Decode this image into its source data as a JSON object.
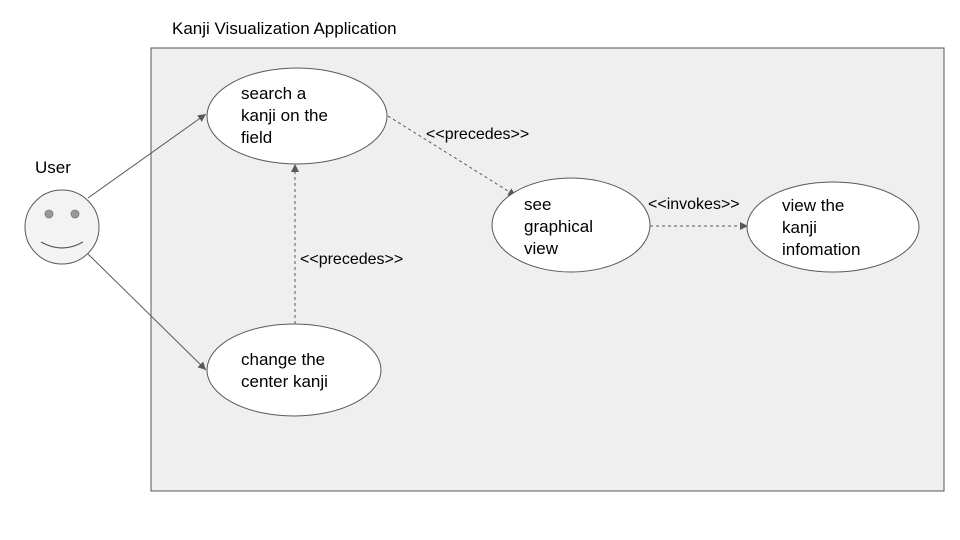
{
  "system": {
    "title": "Kanji Visualization Application"
  },
  "actor": {
    "name": "User"
  },
  "use_cases": {
    "search": {
      "lines": [
        "search a",
        "kanji on the",
        "field"
      ]
    },
    "graphical": {
      "lines": [
        "see",
        "graphical",
        "view"
      ]
    },
    "info": {
      "lines": [
        "view the",
        "kanji",
        "infomation"
      ]
    },
    "change": {
      "lines": [
        "change the",
        "center kanji"
      ]
    }
  },
  "relations": {
    "search_to_graphical": "<<precedes>>",
    "graphical_to_info": "<<invokes>>",
    "change_to_search": "<<precedes>>"
  },
  "colors": {
    "system_fill": "#efefef",
    "system_border": "#555555",
    "line": "#595959",
    "actor_fill": "#f3f3f3",
    "actor_eyes": "#999999"
  }
}
